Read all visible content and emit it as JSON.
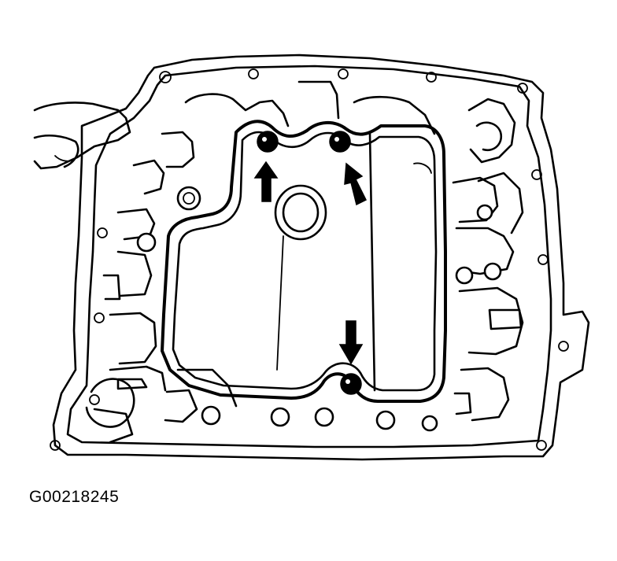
{
  "figure_id": "G00218245",
  "arrows": [
    {
      "direction": "up",
      "target": "left-upper-bolt"
    },
    {
      "direction": "up",
      "target": "right-upper-bolt"
    },
    {
      "direction": "down",
      "target": "lower-bolt"
    }
  ],
  "colors": {
    "ink": "#000000",
    "paper": "#ffffff"
  }
}
